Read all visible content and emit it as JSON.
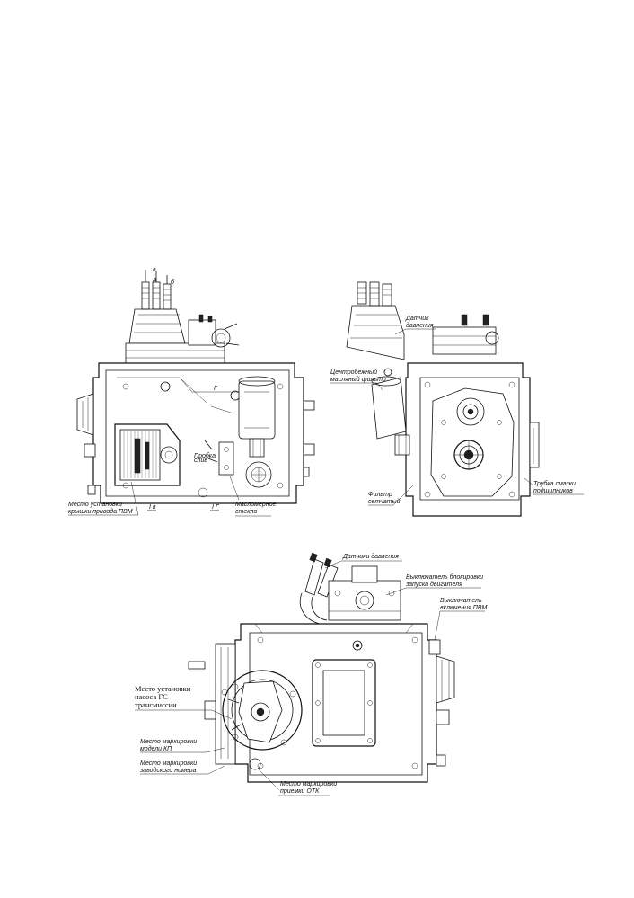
{
  "view1": {
    "markers": {
      "v": "в",
      "a": "А",
      "b": "б",
      "g": "Г",
      "section_v": "I в",
      "section_g": "I Г"
    },
    "label_pvm": [
      "Место установки",
      "крышки привода ПВМ"
    ],
    "label_oil_glass": [
      "Масломерное",
      "стекло"
    ],
    "label_probka": [
      "Пробка",
      "слив"
    ]
  },
  "view2": {
    "label_pressure_sensor": [
      "Датчик",
      "давления"
    ],
    "label_centrifugal_filter": [
      "Центробежный",
      "масляный фильтр"
    ],
    "label_suction_filter": [
      "Фильтр",
      "сетчатый"
    ],
    "label_bearing_tube": [
      "Трубка смазки",
      "подшипников"
    ]
  },
  "view3": {
    "label_pressure_sensors": "Датчики давления",
    "label_engine_lock": [
      "Выключатель блокировки",
      "запуска двигателя"
    ],
    "label_pvm_switch": [
      "Выключатель",
      "включения ПВМ"
    ],
    "label_pump_mount": [
      "Место установки",
      "насоса ГС",
      "трансмиссии"
    ],
    "label_model_mark": [
      "Место маркировки",
      "модели КП"
    ],
    "label_factory_mark": [
      "Место маркировки",
      "заводского номера"
    ],
    "label_otk_mark": [
      "Место маркировки",
      "приемки ОТК"
    ]
  }
}
